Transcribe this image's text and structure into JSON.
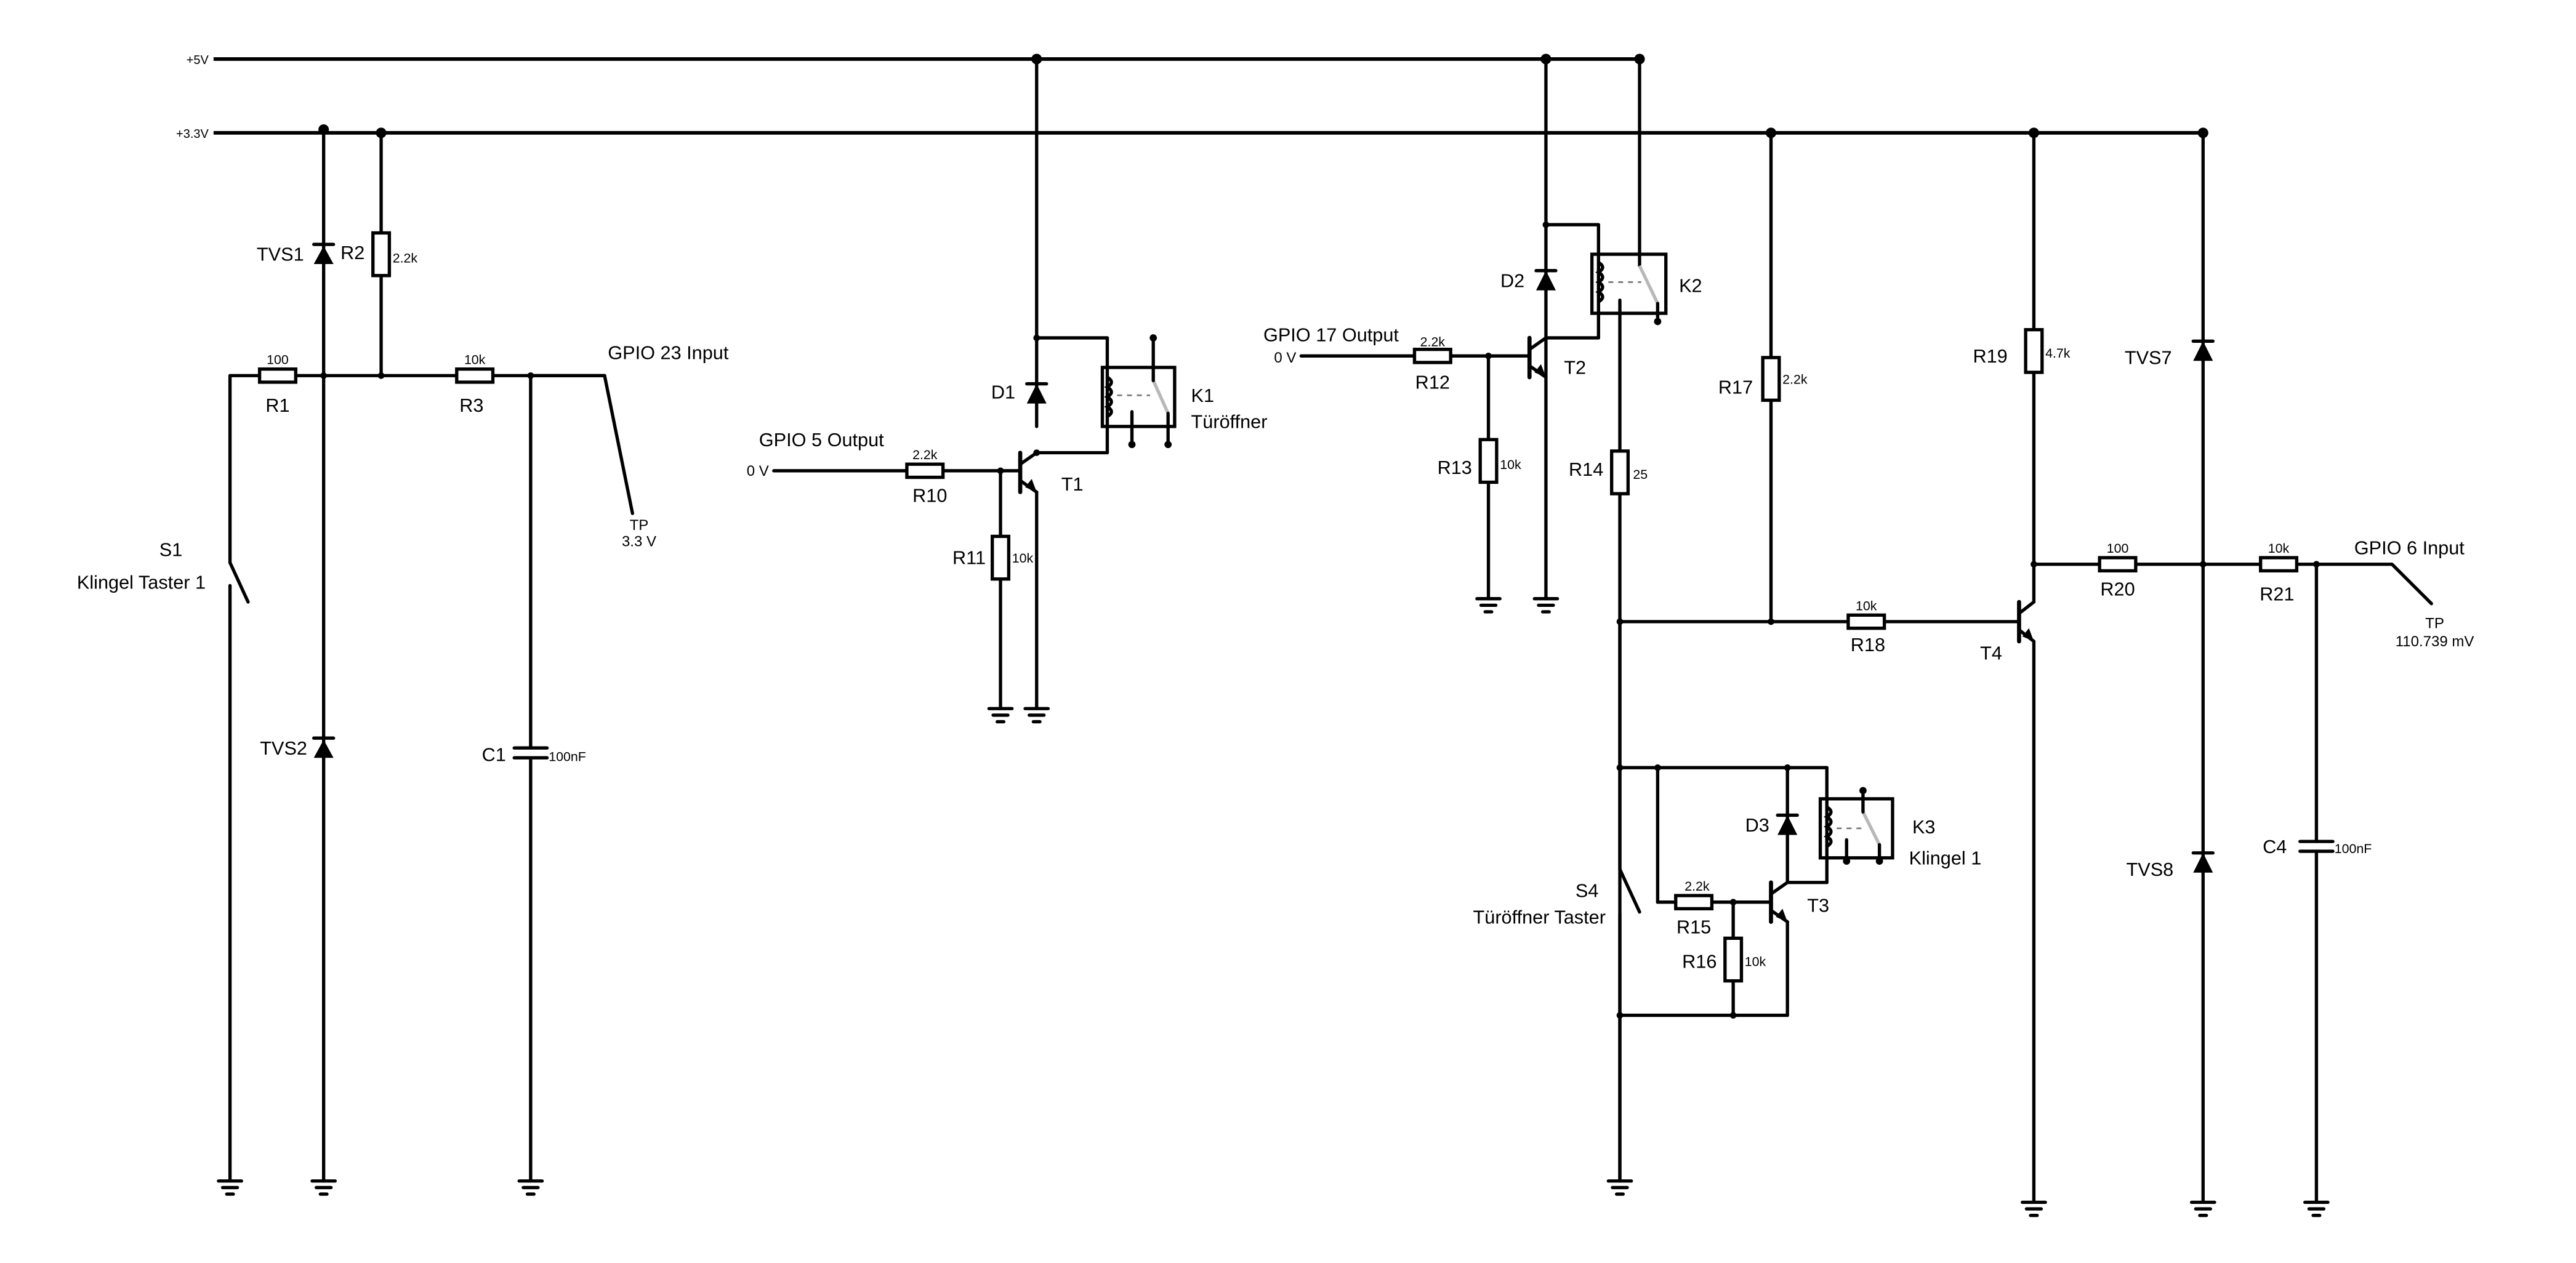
{
  "rails": [
    {
      "id": "5v",
      "label": "+5V"
    },
    {
      "id": "3v3",
      "label": "+3.3V"
    }
  ],
  "resistors": [
    {
      "ref": "R1",
      "value": "100"
    },
    {
      "ref": "R2",
      "value": "2.2k"
    },
    {
      "ref": "R3",
      "value": "10k"
    },
    {
      "ref": "R10",
      "value": "2.2k"
    },
    {
      "ref": "R11",
      "value": "10k"
    },
    {
      "ref": "R12",
      "value": "2.2k"
    },
    {
      "ref": "R13",
      "value": "10k"
    },
    {
      "ref": "R14",
      "value": "25"
    },
    {
      "ref": "R15",
      "value": "2.2k"
    },
    {
      "ref": "R16",
      "value": "10k"
    },
    {
      "ref": "R17",
      "value": "2.2k"
    },
    {
      "ref": "R18",
      "value": "10k"
    },
    {
      "ref": "R19",
      "value": "4.7k"
    },
    {
      "ref": "R20",
      "value": "100"
    },
    {
      "ref": "R21",
      "value": "10k"
    }
  ],
  "diodes": [
    {
      "ref": "TVS1"
    },
    {
      "ref": "TVS2"
    },
    {
      "ref": "D1"
    },
    {
      "ref": "D2"
    },
    {
      "ref": "D3"
    },
    {
      "ref": "TVS7"
    },
    {
      "ref": "TVS8"
    }
  ],
  "capacitors": [
    {
      "ref": "C1",
      "value": "100nF"
    },
    {
      "ref": "C4",
      "value": "100nF"
    }
  ],
  "transistors": [
    {
      "ref": "T1"
    },
    {
      "ref": "T2"
    },
    {
      "ref": "T3"
    },
    {
      "ref": "T4"
    }
  ],
  "relays": [
    {
      "ref": "K1",
      "name": "Türöffner"
    },
    {
      "ref": "K2",
      "name": ""
    },
    {
      "ref": "K3",
      "name": "Klingel 1"
    }
  ],
  "switches": [
    {
      "ref": "S1",
      "name": "Klingel Taster 1"
    },
    {
      "ref": "S4",
      "name": "Türöffner Taster"
    }
  ],
  "gpio": [
    {
      "label": "GPIO 23 Input",
      "probe": "TP",
      "reading": "3.3 V"
    },
    {
      "label": "GPIO 5 Output",
      "source": "0 V"
    },
    {
      "label": "GPIO 17 Output",
      "source": "0 V"
    },
    {
      "label": "GPIO 6 Input",
      "probe": "TP",
      "reading": "110.739 mV"
    }
  ]
}
